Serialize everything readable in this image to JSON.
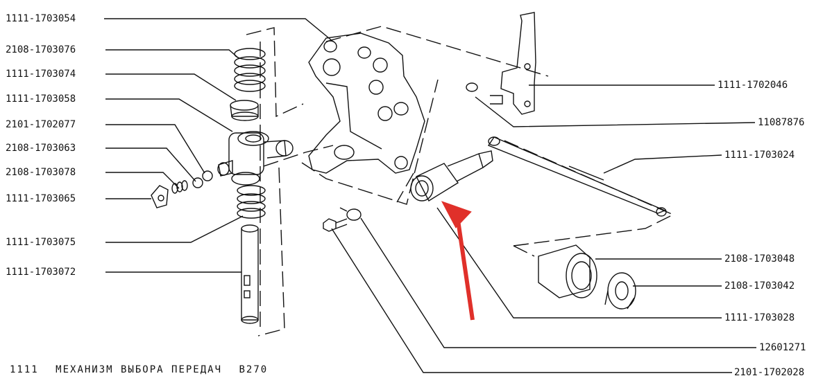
{
  "labels_left": [
    "1111-1703054",
    "2108-1703076",
    "1111-1703074",
    "1111-1703058",
    "2101-1702077",
    "2108-1703063",
    "2108-1703078",
    "1111-1703065",
    "1111-1703075",
    "1111-1703072"
  ],
  "labels_right": [
    "1111-1702046",
    "11087876",
    "1111-1703024",
    "2108-1703048",
    "2108-1703042",
    "1111-1703028",
    "12601271",
    "2101-1702028"
  ],
  "caption": {
    "model": "1111",
    "title": "МЕХАНИЗМ ВЫБОРА ПЕРЕДАЧ",
    "code": "B270"
  },
  "colors": {
    "ink": "#111111",
    "arrow": "#e0302a",
    "background": "#ffffff"
  }
}
